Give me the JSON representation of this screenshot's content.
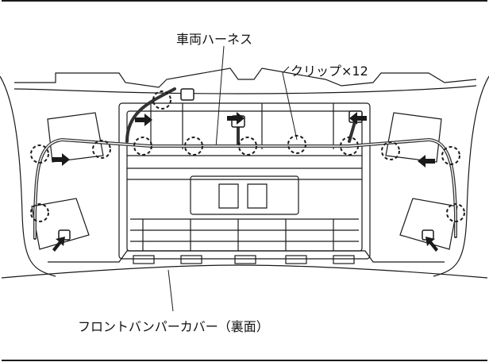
{
  "labels": {
    "harness": "車両ハーネス",
    "clip": "クリップ×12",
    "cover": "フロントバンパーカバー（裏面）"
  },
  "colors": {
    "line": "#1a1a1a",
    "harness": "#333333",
    "frame": "#1a1a1a"
  }
}
